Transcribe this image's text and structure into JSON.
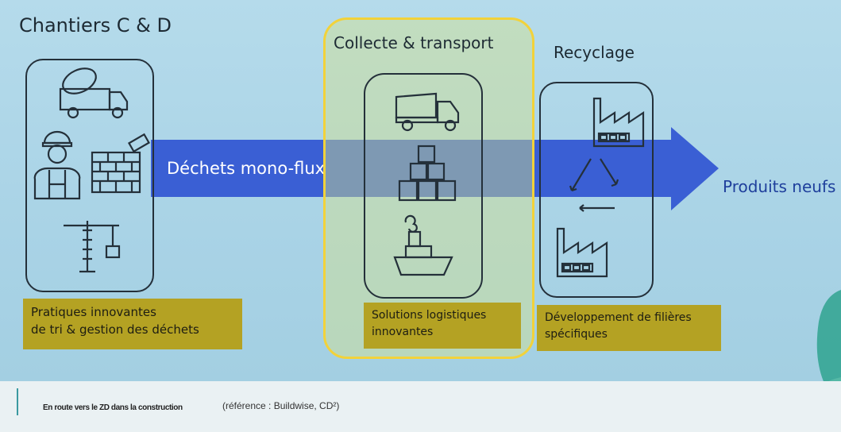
{
  "sections": {
    "chantiers": {
      "title": "Chantiers C & D",
      "note_lines": [
        "Pratiques innovantes",
        "de tri & gestion des déchets"
      ]
    },
    "collecte": {
      "title": "Collecte & transport",
      "note_lines": [
        "Solutions logistiques",
        "innovantes"
      ]
    },
    "recyclage": {
      "title": "Recyclage",
      "note_lines": [
        "Développement de filières",
        "spécifiques"
      ]
    }
  },
  "flow": {
    "label": "Déchets mono-flux",
    "output": "Produits neufs"
  },
  "footer": {
    "title": "En route vers le ZD dans la construction",
    "reference": "(référence : Buildwise, CD²)"
  },
  "colors": {
    "arrow": "#3a5fd4",
    "note": "#b4a223",
    "highlight_border": "#f2d23a",
    "accent": "#3a9aa0"
  }
}
